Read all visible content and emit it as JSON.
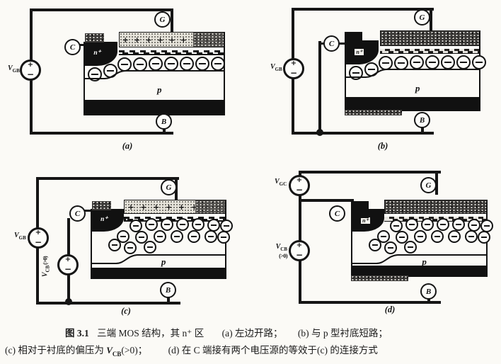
{
  "caption": {
    "fig_label": "图 3.1",
    "title": "三端 MOS 结构，其 n⁺ 区",
    "item_a": "(a) 左边开路；",
    "item_b": "(b) 与 p 型衬底短路；",
    "item_c_pre": "(c) 相对于衬底的偏压为 ",
    "item_c_v": "V",
    "item_c_sub": "CB",
    "item_c_post": "(>0)；",
    "item_d": "(d) 在 C 端接有两个电压源的等效于(c) 的连接方式"
  },
  "panels": {
    "a": {
      "label": "(a)",
      "terminal_g": "G",
      "terminal_c": "C",
      "terminal_b": "B",
      "n_region": "n⁺",
      "p_region": "p",
      "source1": {
        "v": "V",
        "sub": "GB",
        "note": ""
      }
    },
    "b": {
      "label": "(b)",
      "terminal_g": "G",
      "terminal_c": "C",
      "terminal_b": "B",
      "n_region": "n⁺",
      "p_region": "p",
      "source1": {
        "v": "V",
        "sub": "GB",
        "note": ""
      }
    },
    "c": {
      "label": "(c)",
      "terminal_g": "G",
      "terminal_c": "C",
      "terminal_b": "B",
      "n_region": "n⁺",
      "p_region": "p",
      "source1": {
        "v": "V",
        "sub": "GB",
        "note": ""
      },
      "source2": {
        "v": "V",
        "sub": "CB",
        "note": "(>0)"
      }
    },
    "d": {
      "label": "(d)",
      "terminal_g": "G",
      "terminal_c": "C",
      "terminal_b": "B",
      "n_region": "n⁺",
      "p_region": "p",
      "source1": {
        "v": "V",
        "sub": "GC",
        "note": ""
      },
      "source2": {
        "v": "V",
        "sub": "CB",
        "note": "(>0)"
      }
    }
  },
  "icons": {
    "plus_charge": "+",
    "electron": "⊖",
    "source_plus": "+",
    "source_minus": "−"
  }
}
